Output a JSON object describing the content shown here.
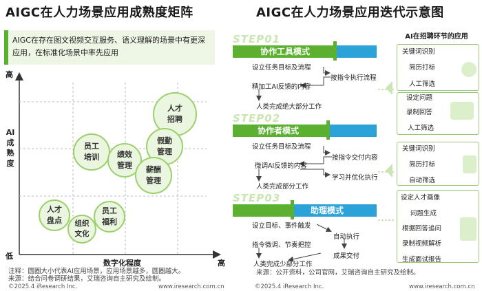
{
  "left": {
    "title": "AIGC在人力场景应用成熟度矩阵",
    "intro": "AIGC在存在图文视频交互服务、语义理解的场景中有更深应用，在标准化场景中率先应用",
    "y_axis": {
      "high": "高",
      "low": "低",
      "label_lines": [
        "AI",
        "成",
        "熟",
        "度"
      ]
    },
    "x_axis": {
      "label": "数字化程度",
      "high": "高"
    },
    "bubbles": [
      {
        "text": "人才\n招聘"
      },
      {
        "text": "假勤\n管理"
      },
      {
        "text": "员工\n培训"
      },
      {
        "text": "绩效\n管理"
      },
      {
        "text": "薪酬\n管理"
      },
      {
        "text": "人才\n盘点"
      },
      {
        "text": "组织\n文化"
      },
      {
        "text": "员工\n福利"
      }
    ],
    "note1": "注释：圆圈大小代表AI应用场景，应用场景越多，圆圈越大。",
    "note2": "来源：结合问卷调研结果，艾瑞咨询自主研究及绘制。",
    "footer_left": "©2025.4 iResearch Inc.",
    "footer_right": "www.iresearch.com.cn"
  },
  "right": {
    "title": "AIGC在人力场景应用迭代示意图",
    "steps": [
      {
        "step": "STEP01",
        "mode": "协作工具模式",
        "left_items": [
          "设立任务目标及流程",
          "精加工AI反馈的内容",
          "人类完成绝大部分工作"
        ],
        "right_items": [
          "按指令执行流程"
        ]
      },
      {
        "step": "STEP02",
        "mode": "协作者模式",
        "left_items": [
          "设立任务目标及流程",
          "微调AI反馈的内容",
          "人类完成部分工作"
        ],
        "right_items": [
          "按指令交付内容",
          "学习并优化执行"
        ]
      },
      {
        "step": "STEP03",
        "mode": "助理模式",
        "left_items": [
          "设立目标、事件触发",
          "指令微调、节奏把控",
          "人类完成少部分工作"
        ],
        "right_items": [
          "自动执行",
          "成果交付"
        ]
      }
    ],
    "panel": {
      "title": "AI在招聘环节的应用",
      "box1": [
        "关键词识别",
        "简历打标",
        "人工筛选"
      ],
      "box2": [
        "设定问题",
        "录制回答",
        "人工筛选"
      ],
      "box3": [
        "关键词识别",
        "简历打标",
        "自动筛选"
      ],
      "box4": [
        "设定人才画像",
        "问题生成",
        "根据回答追问",
        "录制视频解析",
        "生成面试报告"
      ]
    },
    "source": "来源：公开资料，公司官网，艾瑞咨询自主研究及绘制。",
    "footer_left": "©2025.4 iResearch Inc.",
    "footer_right": "www.iresearch.com.cn"
  }
}
